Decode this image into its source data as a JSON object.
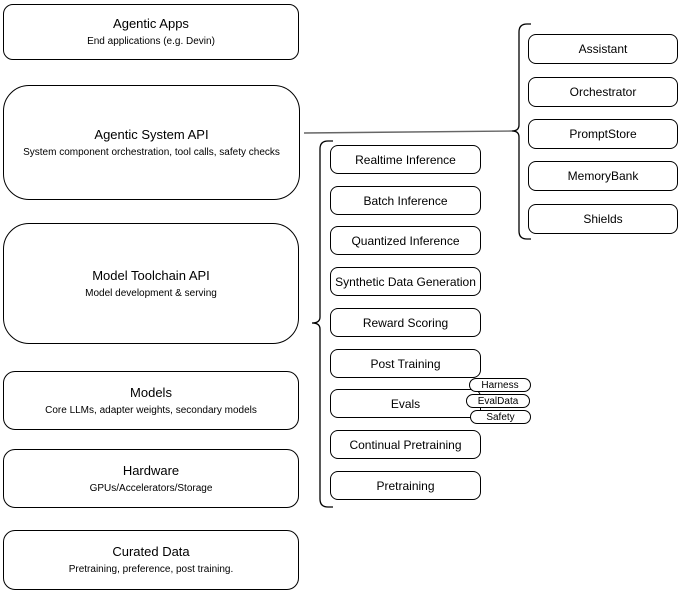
{
  "diagram": {
    "left_stack": [
      {
        "title": "Agentic Apps",
        "subtitle": "End applications (e.g. Devin)"
      },
      {
        "title": "Agentic System API",
        "subtitle": "System component orchestration, tool calls, safety checks"
      },
      {
        "title": "Model Toolchain API",
        "subtitle": "Model development & serving"
      },
      {
        "title": "Models",
        "subtitle": "Core LLMs, adapter weights, secondary models"
      },
      {
        "title": "Hardware",
        "subtitle": "GPUs/Accelerators/Storage"
      },
      {
        "title": "Curated Data",
        "subtitle": "Pretraining, preference, post training."
      }
    ],
    "toolchain_stack": [
      "Realtime Inference",
      "Batch Inference",
      "Quantized Inference",
      "Synthetic Data Generation",
      "Reward Scoring",
      "Post Training",
      "Evals",
      "Continual Pretraining",
      "Pretraining"
    ],
    "evals_tags": [
      "Harness",
      "EvalData",
      "Safety"
    ],
    "system_stack": [
      "Assistant",
      "Orchestrator",
      "PromptStore",
      "MemoryBank",
      "Shields"
    ],
    "colors": {
      "stroke": "#000000",
      "fill": "#ffffff",
      "connector": "#666666"
    }
  }
}
